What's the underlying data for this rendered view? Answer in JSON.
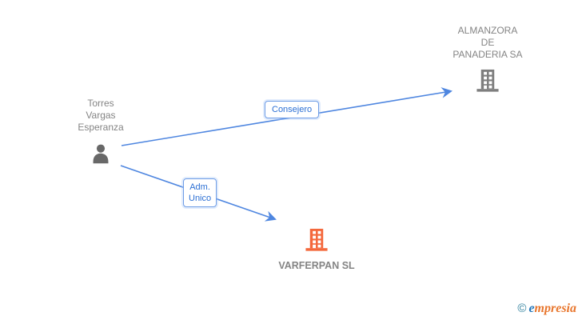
{
  "diagram": {
    "type": "corporate-relationship-graph",
    "person": {
      "name": "Torres Vargas Esperanza",
      "line1": "Torres",
      "line2": "Vargas",
      "line3": "Esperanza",
      "icon": "person-icon"
    },
    "companies": [
      {
        "name": "ALMANZORA DE PANADERIA SA",
        "line1": "ALMANZORA",
        "line2": "DE",
        "line3": "PANADERIA SA",
        "icon": "building-icon",
        "icon_color": "#7e7e7e"
      },
      {
        "name": "VARFERPAN SL",
        "icon": "building-icon",
        "icon_color": "#f4683c"
      }
    ],
    "edges": [
      {
        "from": "Torres Vargas Esperanza",
        "to": "ALMANZORA DE PANADERIA SA",
        "label": "Consejero"
      },
      {
        "from": "Torres Vargas Esperanza",
        "to": "VARFERPAN SL",
        "label": "Adm. Unico",
        "label_line1": "Adm.",
        "label_line2": "Unico"
      }
    ]
  },
  "watermark": {
    "copyright": "©",
    "brand_e": "e",
    "brand_rest": "mpresia",
    "brand_full": "empresia"
  },
  "colors": {
    "edge": "#4e86e0",
    "edge_label_text": "#2b6fd4",
    "edge_label_border": "#6f9de6",
    "text_gray": "#848484",
    "person_icon": "#686868",
    "building_gray": "#7e7e7e",
    "building_orange": "#f4683c",
    "logo_copyright": "#2d7f9c",
    "logo_blue": "#2276b9",
    "logo_orange": "#e8762d"
  }
}
